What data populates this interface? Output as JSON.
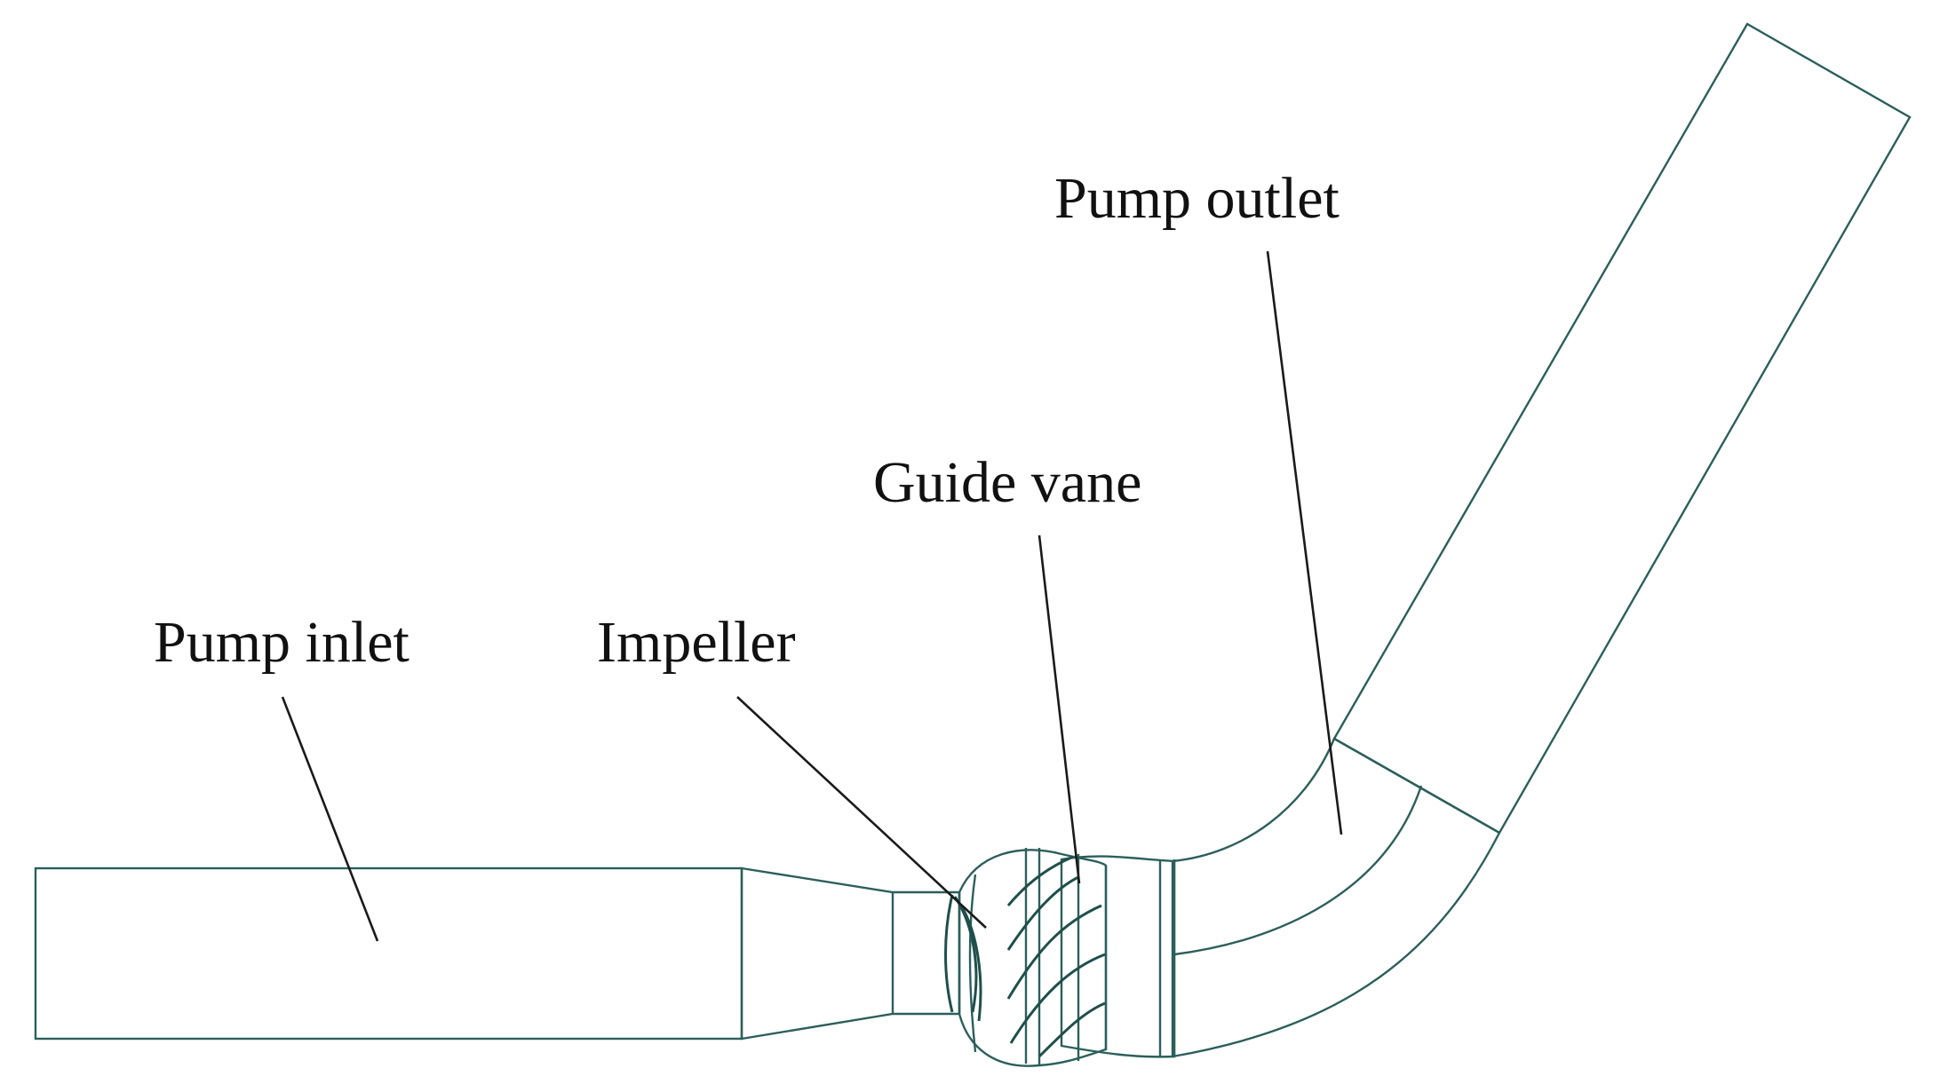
{
  "labels": {
    "pump_inlet": "Pump inlet",
    "impeller": "Impeller",
    "guide_vane": "Guide vane",
    "pump_outlet": "Pump outlet"
  },
  "colors": {
    "background": "#ffffff",
    "pipe_light": "#d8f6f4",
    "pipe_mid": "#b4e6e2",
    "pipe_dark": "#5f9c98",
    "edge": "#2c5f5b",
    "leader_line": "#1a1a1a"
  }
}
